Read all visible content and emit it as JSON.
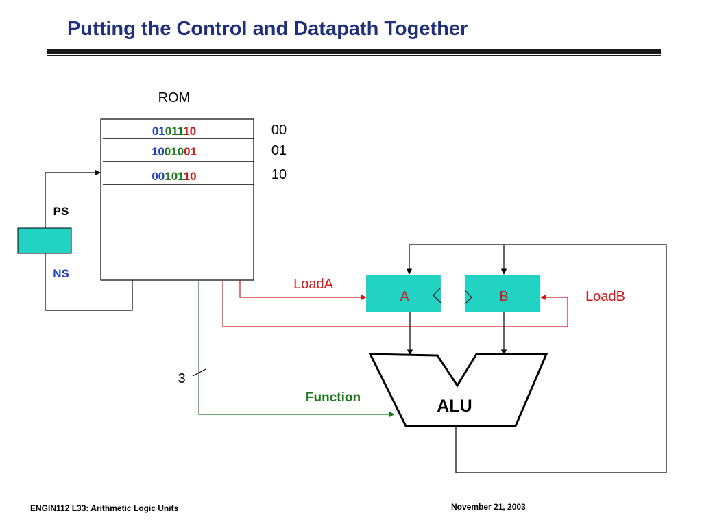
{
  "title": "Putting the Control and Datapath Together",
  "rom": {
    "label": "ROM",
    "rows": [
      {
        "address": "00",
        "segments": [
          {
            "text": "01",
            "color": "#1f3fbf"
          },
          {
            "text": "011",
            "color": "#1a7a1a"
          },
          {
            "text": "1",
            "color": "#cc1a1a"
          },
          {
            "text": "0",
            "color": "#cc1a1a"
          }
        ]
      },
      {
        "address": "01",
        "segments": [
          {
            "text": "10",
            "color": "#1f3fbf"
          },
          {
            "text": "010",
            "color": "#1a7a1a"
          },
          {
            "text": "0",
            "color": "#cc1a1a"
          },
          {
            "text": "1",
            "color": "#cc1a1a"
          }
        ]
      },
      {
        "address": "10",
        "segments": [
          {
            "text": "00",
            "color": "#1f3fbf"
          },
          {
            "text": "101",
            "color": "#1a7a1a"
          },
          {
            "text": "1",
            "color": "#cc1a1a"
          },
          {
            "text": "0",
            "color": "#cc1a1a"
          }
        ]
      }
    ]
  },
  "state_register": {
    "ps_label": "PS",
    "ns_label": "NS"
  },
  "registers": {
    "a_label": "A",
    "b_label": "B",
    "fill_color": "#22d3c4"
  },
  "signals": {
    "load_a": "LoadA",
    "load_b": "LoadB",
    "function": "Function",
    "bus_width": "3"
  },
  "alu": {
    "label": "ALU"
  },
  "colors": {
    "title": "#1f2f7a",
    "ns": "#1f3fbf",
    "load_signals": "#cc1a1a",
    "function_signal": "#1a7a1a",
    "register_fill": "#22d3c4"
  },
  "footer": {
    "left": "ENGIN112  L33: Arithmetic Logic Units",
    "right": "November 21, 2003"
  }
}
